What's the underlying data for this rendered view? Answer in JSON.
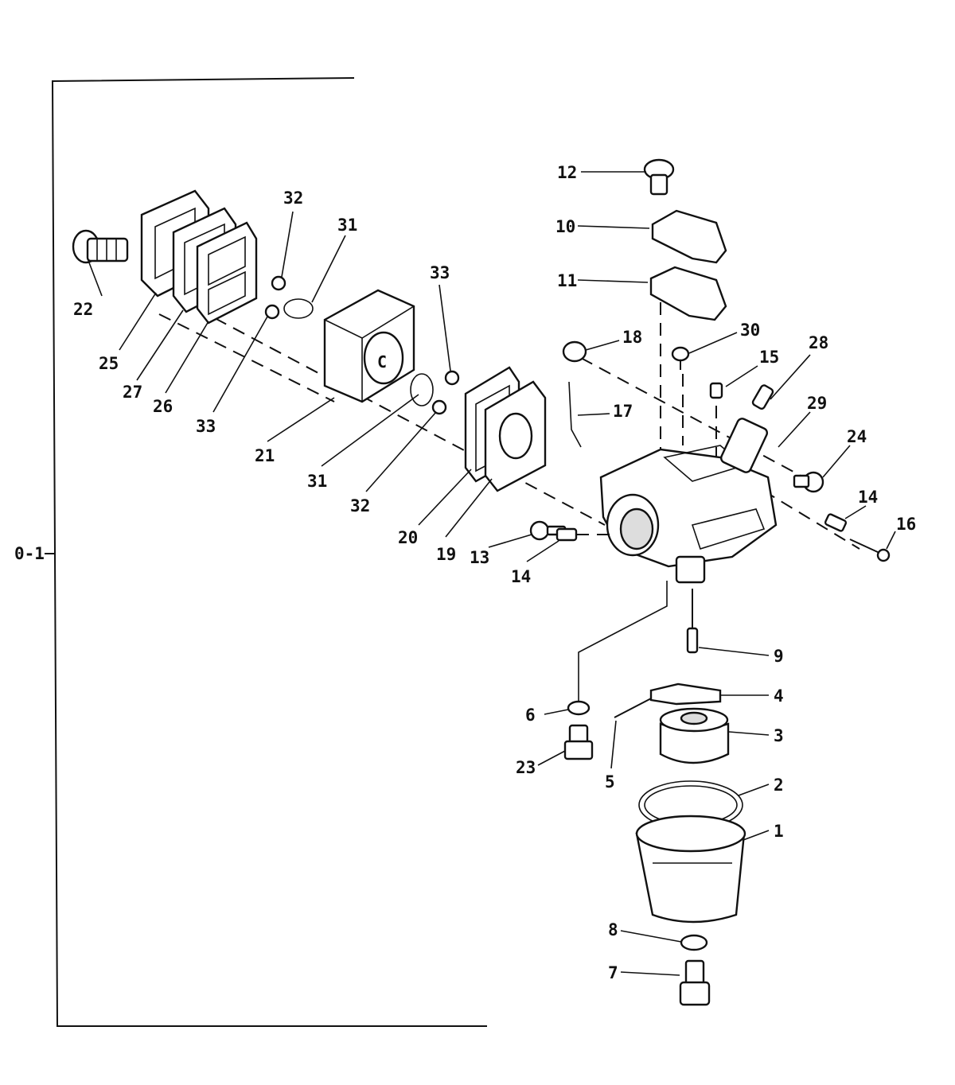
{
  "frame_marker": "0-1",
  "callouts": {
    "c1": "1",
    "c2": "2",
    "c3": "3",
    "c4": "4",
    "c5": "5",
    "c6": "6",
    "c7": "7",
    "c8": "8",
    "c9": "9",
    "c10": "10",
    "c11": "11",
    "c12": "12",
    "c13": "13",
    "c14a": "14",
    "c14b": "14",
    "c15": "15",
    "c16": "16",
    "c17": "17",
    "c18": "18",
    "c19": "19",
    "c20": "20",
    "c21": "21",
    "c22": "22",
    "c23": "23",
    "c24": "24",
    "c25": "25",
    "c26": "26",
    "c27": "27",
    "c28": "28",
    "c29": "29",
    "c30": "30",
    "c31a": "31",
    "c31b": "31",
    "c32a": "32",
    "c32b": "32",
    "c33a": "33",
    "c33b": "33"
  }
}
